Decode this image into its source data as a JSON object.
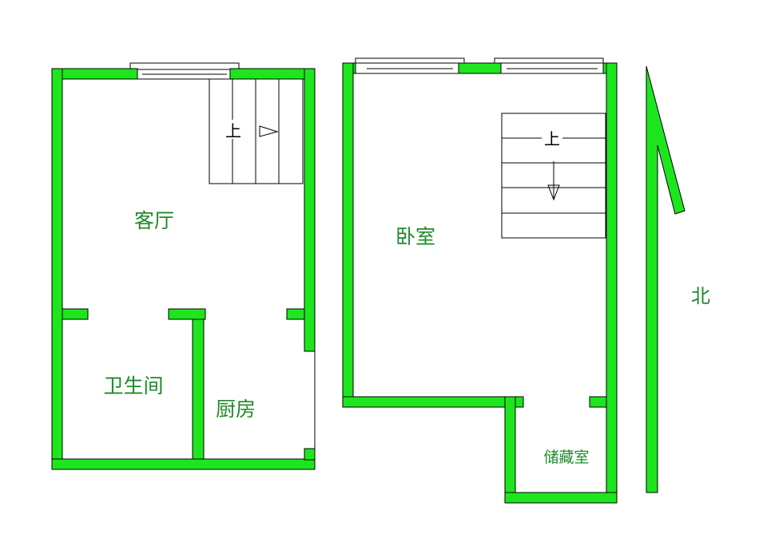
{
  "colors": {
    "wall": "#1ee61e",
    "label": "#1f8a2a"
  },
  "rooms": {
    "living_room": "客厅",
    "bathroom": "卫生间",
    "kitchen": "厨房",
    "bedroom": "卧室",
    "storage": "储藏室"
  },
  "stairs": {
    "left_up": "上",
    "right_up": "上"
  },
  "compass": {
    "north": "北"
  }
}
